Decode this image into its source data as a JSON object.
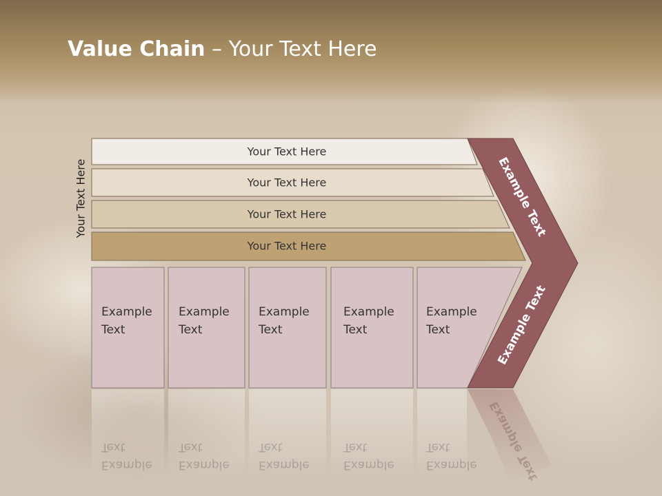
{
  "title": {
    "bold": "Value Chain",
    "rest": " – Your Text Here"
  },
  "side_label": "Your Text Here",
  "rows": [
    "Your Text Here",
    "Your Text Here",
    "Your Text Here",
    "Your Text Here"
  ],
  "boxes": [
    {
      "line1": "Example",
      "line2": "Text"
    },
    {
      "line1": "Example",
      "line2": "Text"
    },
    {
      "line1": "Example",
      "line2": "Text"
    },
    {
      "line1": "Example",
      "line2": "Text"
    },
    {
      "line1": "Example",
      "line2": "Text"
    }
  ],
  "chevron_top": "Example Text",
  "chevron_bottom": "Example Text",
  "colors": {
    "row1": "#f1ece5",
    "row2": "#e8ddcd",
    "row3": "#d9c9ae",
    "row4": "#bea274",
    "box": "#d8c2c4",
    "chevron": "#955c5f"
  }
}
